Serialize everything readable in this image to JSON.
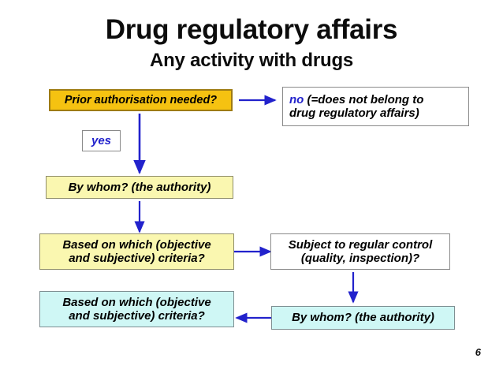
{
  "slide": {
    "title": "Drug regulatory affairs",
    "subtitle": "Any activity with drugs",
    "page_number": "6",
    "background_color": "#ffffff"
  },
  "colors": {
    "gold_fill": "#F5C211",
    "gold_border": "#9E7B13",
    "yellow_fill": "#FAF7B0",
    "cyan_fill": "#CFF7F5",
    "white_fill": "#ffffff",
    "gray_border": "#8a8a8a",
    "arrow_blue": "#2222CC",
    "text_black": "#000000",
    "text_blue": "#2222CC"
  },
  "flowchart": {
    "type": "flowchart",
    "nodes": [
      {
        "id": "prior-authorisation",
        "label": "Prior authorisation needed?",
        "style": "gold"
      },
      {
        "id": "yes-label",
        "label": "yes",
        "style": "white-blue-text"
      },
      {
        "id": "no-outcome",
        "label_prefix": "no",
        "label_rest": " (=does not belong to drug regulatory affairs)",
        "line1_prefix": "no",
        "line1_rest": " (=does not belong to",
        "line2": "drug regulatory affairs)",
        "style": "white"
      },
      {
        "id": "by-whom-authority-top",
        "label": "By whom? (the authority)",
        "style": "yellow"
      },
      {
        "id": "criteria-yellow",
        "line1": "Based on which (objective",
        "line2": "and subjective) criteria?",
        "style": "yellow"
      },
      {
        "id": "subject-to-control",
        "line1": "Subject to regular control",
        "line2": "(quality, inspection)?",
        "style": "white"
      },
      {
        "id": "criteria-cyan",
        "line1": "Based on which (objective",
        "line2": "and subjective) criteria?",
        "style": "cyan"
      },
      {
        "id": "by-whom-authority-bottom",
        "label": "By whom? (the authority)",
        "style": "cyan"
      }
    ],
    "edges": [
      {
        "from": "prior-authorisation",
        "to": "no-outcome",
        "direction": "right"
      },
      {
        "from": "prior-authorisation",
        "to": "by-whom-authority-top",
        "direction": "down",
        "label": "yes"
      },
      {
        "from": "by-whom-authority-top",
        "to": "criteria-yellow",
        "direction": "down"
      },
      {
        "from": "criteria-yellow",
        "to": "subject-to-control",
        "direction": "right"
      },
      {
        "from": "subject-to-control",
        "to": "by-whom-authority-bottom",
        "direction": "down"
      },
      {
        "from": "by-whom-authority-bottom",
        "to": "criteria-cyan",
        "direction": "left"
      }
    ]
  }
}
